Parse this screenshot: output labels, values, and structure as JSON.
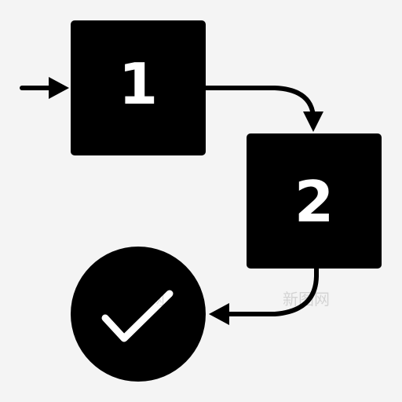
{
  "diagram": {
    "steps": [
      {
        "label": "1"
      },
      {
        "label": "2"
      }
    ],
    "end": {
      "icon": "checkmark-icon"
    },
    "watermark_text": "新图网",
    "colors": {
      "background": "#f4f4f4",
      "fill": "#000000",
      "text": "#ffffff"
    }
  }
}
